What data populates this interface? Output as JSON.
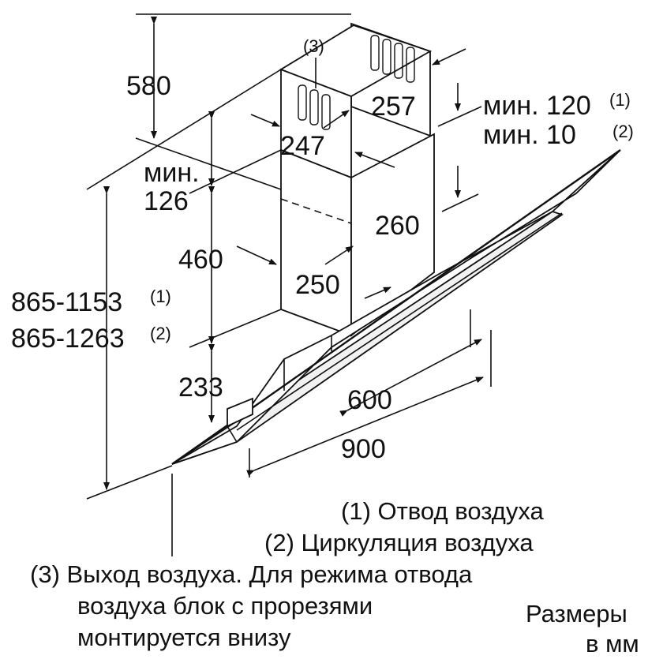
{
  "dimensions": {
    "d580": "580",
    "d257": "257",
    "d247": "247",
    "min120_label": "мин. 120",
    "min120_ref": "(1)",
    "min10_label": "мин. 10",
    "min10_ref": "(2)",
    "min126_a": "мин.",
    "min126_b": "126",
    "d260": "260",
    "d460": "460",
    "d250": "250",
    "h1": "865-1153",
    "h1_ref": "(1)",
    "h2": "865-1263",
    "h2_ref": "(2)",
    "d233": "233",
    "d600": "600",
    "d900": "900",
    "callout3": "(3)"
  },
  "legend": {
    "l1": "(1) Отвод воздуха",
    "l2": "(2) Циркуляция воздуха",
    "l3a": "(3) Выход воздуха. Для режима отвода",
    "l3b": "воздуха блок с прорезями",
    "l3c": "монтируется внизу",
    "units_a": "Размеры",
    "units_b": "в мм"
  }
}
